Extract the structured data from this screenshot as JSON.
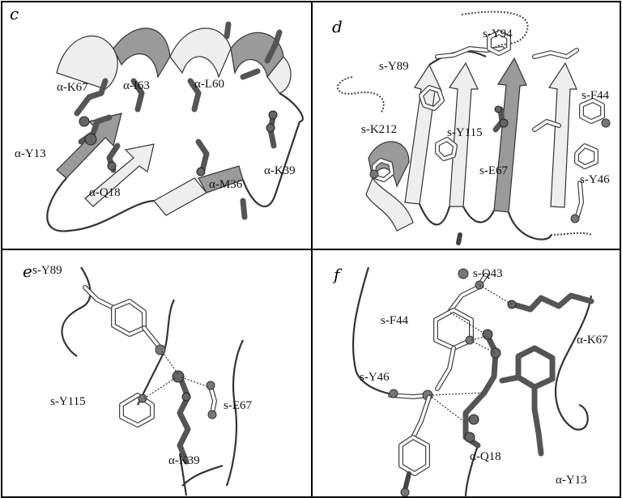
{
  "panels": [
    {
      "letter": "c",
      "labels": [
        "α-K67",
        "α-I63",
        "α-L60",
        "α-Y13",
        "α-M36",
        "α-K39",
        "α-Q18"
      ]
    },
    {
      "letter": "d",
      "labels": [
        "s-Y94",
        "s-Y89",
        "s-F44",
        "s-K212",
        "s-Y115",
        "s-E67",
        "s-Y46"
      ]
    },
    {
      "letter": "e",
      "labels": [
        "s-Y89",
        "s-Y115",
        "s-E67",
        "α-K39"
      ]
    },
    {
      "letter": "f",
      "labels": [
        "s-Q43",
        "s-F44",
        "α-K67",
        "s-Y46",
        "α-Q18",
        "α-Y13"
      ]
    }
  ]
}
